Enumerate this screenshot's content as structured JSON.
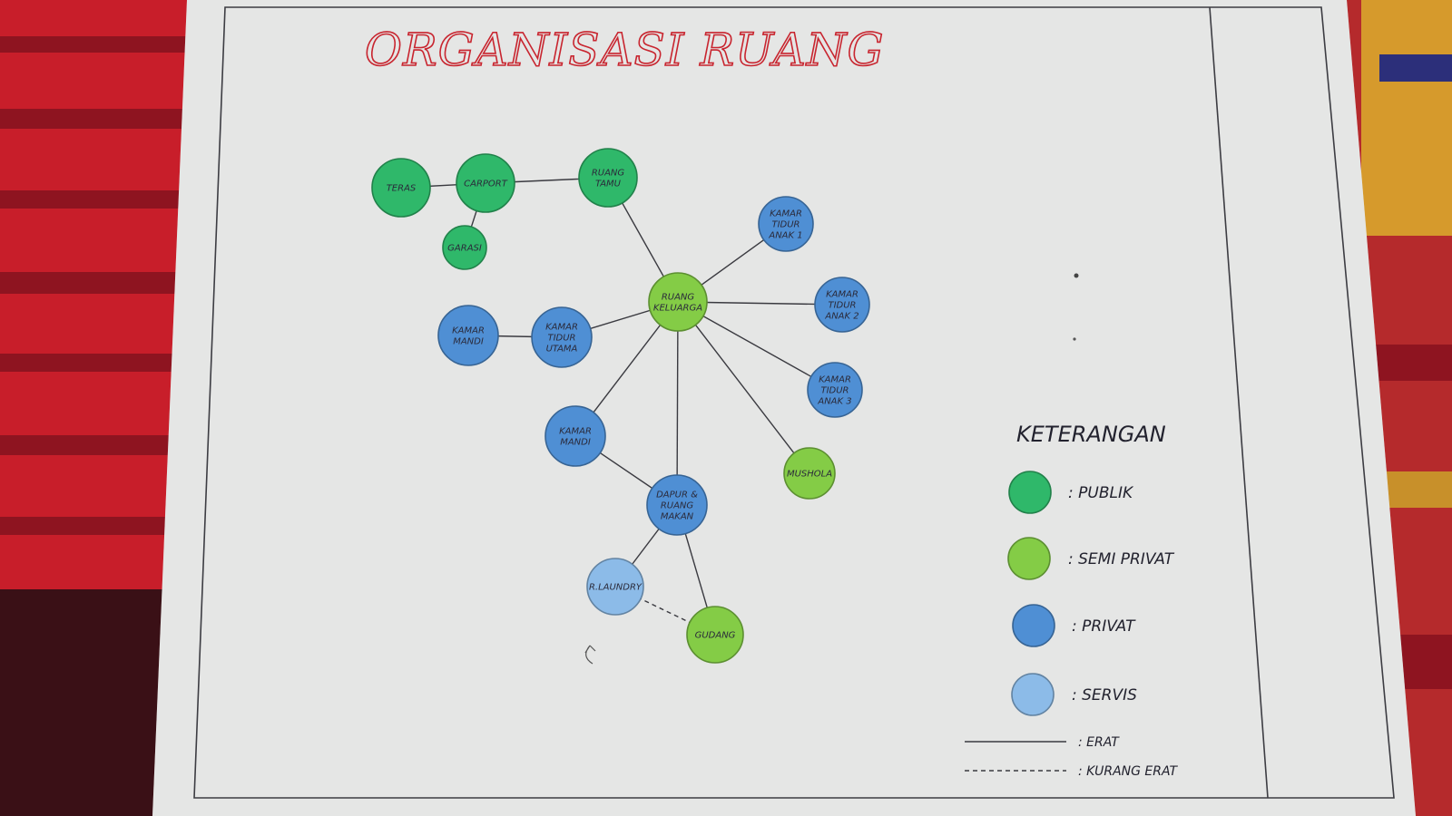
{
  "title": "ORGANISASI RUANG",
  "colors": {
    "publik": "#2fb86a",
    "semi_privat": "#84cc46",
    "privat": "#4f8fd4",
    "servis": "#8cbbe8",
    "title_ink": "#c8252f",
    "paper": "#ecedeb"
  },
  "nodes": {
    "teras": {
      "label": [
        "TERAS"
      ],
      "category": "publik"
    },
    "carport": {
      "label": [
        "CARPORT"
      ],
      "category": "publik"
    },
    "garasi": {
      "label": [
        "GARASI"
      ],
      "category": "publik"
    },
    "ruang_tamu": {
      "label": [
        "RUANG",
        "TAMU"
      ],
      "category": "publik"
    },
    "ruang_keluarga": {
      "label": [
        "RUANG",
        "KELUARGA"
      ],
      "category": "semi_privat"
    },
    "kamar_tidur_anak_1": {
      "label": [
        "KAMAR",
        "TIDUR",
        "ANAK 1"
      ],
      "category": "privat"
    },
    "kamar_tidur_anak_2": {
      "label": [
        "KAMAR",
        "TIDUR",
        "ANAK 2"
      ],
      "category": "privat"
    },
    "kamar_tidur_anak_3": {
      "label": [
        "KAMAR",
        "TIDUR",
        "ANAK 3"
      ],
      "category": "privat"
    },
    "kamar_tidur_utama": {
      "label": [
        "KAMAR",
        "TIDUR",
        "UTAMA"
      ],
      "category": "privat"
    },
    "kamar_mandi_1": {
      "label": [
        "KAMAR",
        "MANDI"
      ],
      "category": "privat"
    },
    "kamar_mandi_2": {
      "label": [
        "KAMAR",
        "MANDI"
      ],
      "category": "privat"
    },
    "mushola": {
      "label": [
        "MUSHOLA"
      ],
      "category": "semi_privat"
    },
    "dapur_ruang_makan": {
      "label": [
        "DAPUR &",
        "RUANG",
        "MAKAN"
      ],
      "category": "privat"
    },
    "r_laundry": {
      "label": [
        "R.LAUNDRY"
      ],
      "category": "servis"
    },
    "gudang": {
      "label": [
        "GUDANG"
      ],
      "category": "semi_privat"
    }
  },
  "edges": [
    {
      "from": "teras",
      "to": "carport",
      "type": "erat"
    },
    {
      "from": "carport",
      "to": "garasi",
      "type": "erat"
    },
    {
      "from": "carport",
      "to": "ruang_tamu",
      "type": "erat"
    },
    {
      "from": "ruang_tamu",
      "to": "ruang_keluarga",
      "type": "erat"
    },
    {
      "from": "ruang_keluarga",
      "to": "kamar_tidur_anak_1",
      "type": "erat"
    },
    {
      "from": "ruang_keluarga",
      "to": "kamar_tidur_anak_2",
      "type": "erat"
    },
    {
      "from": "ruang_keluarga",
      "to": "kamar_tidur_anak_3",
      "type": "erat"
    },
    {
      "from": "ruang_keluarga",
      "to": "mushola",
      "type": "erat"
    },
    {
      "from": "ruang_keluarga",
      "to": "kamar_tidur_utama",
      "type": "erat"
    },
    {
      "from": "kamar_tidur_utama",
      "to": "kamar_mandi_1",
      "type": "erat"
    },
    {
      "from": "ruang_keluarga",
      "to": "kamar_mandi_2",
      "type": "erat"
    },
    {
      "from": "ruang_keluarga",
      "to": "dapur_ruang_makan",
      "type": "erat"
    },
    {
      "from": "kamar_mandi_2",
      "to": "dapur_ruang_makan",
      "type": "erat"
    },
    {
      "from": "dapur_ruang_makan",
      "to": "r_laundry",
      "type": "erat"
    },
    {
      "from": "dapur_ruang_makan",
      "to": "gudang",
      "type": "erat"
    },
    {
      "from": "r_laundry",
      "to": "gudang",
      "type": "kurang_erat"
    }
  ],
  "legend": {
    "title": "KETERANGAN",
    "items": [
      {
        "category": "publik",
        "label": ": PUBLIK"
      },
      {
        "category": "semi_privat",
        "label": ": SEMI PRIVAT"
      },
      {
        "category": "privat",
        "label": ": PRIVAT"
      },
      {
        "category": "servis",
        "label": ": SERVIS"
      }
    ],
    "lines": [
      {
        "style": "solid",
        "label": ": ERAT"
      },
      {
        "style": "dashed",
        "label": ": KURANG ERAT"
      }
    ]
  }
}
